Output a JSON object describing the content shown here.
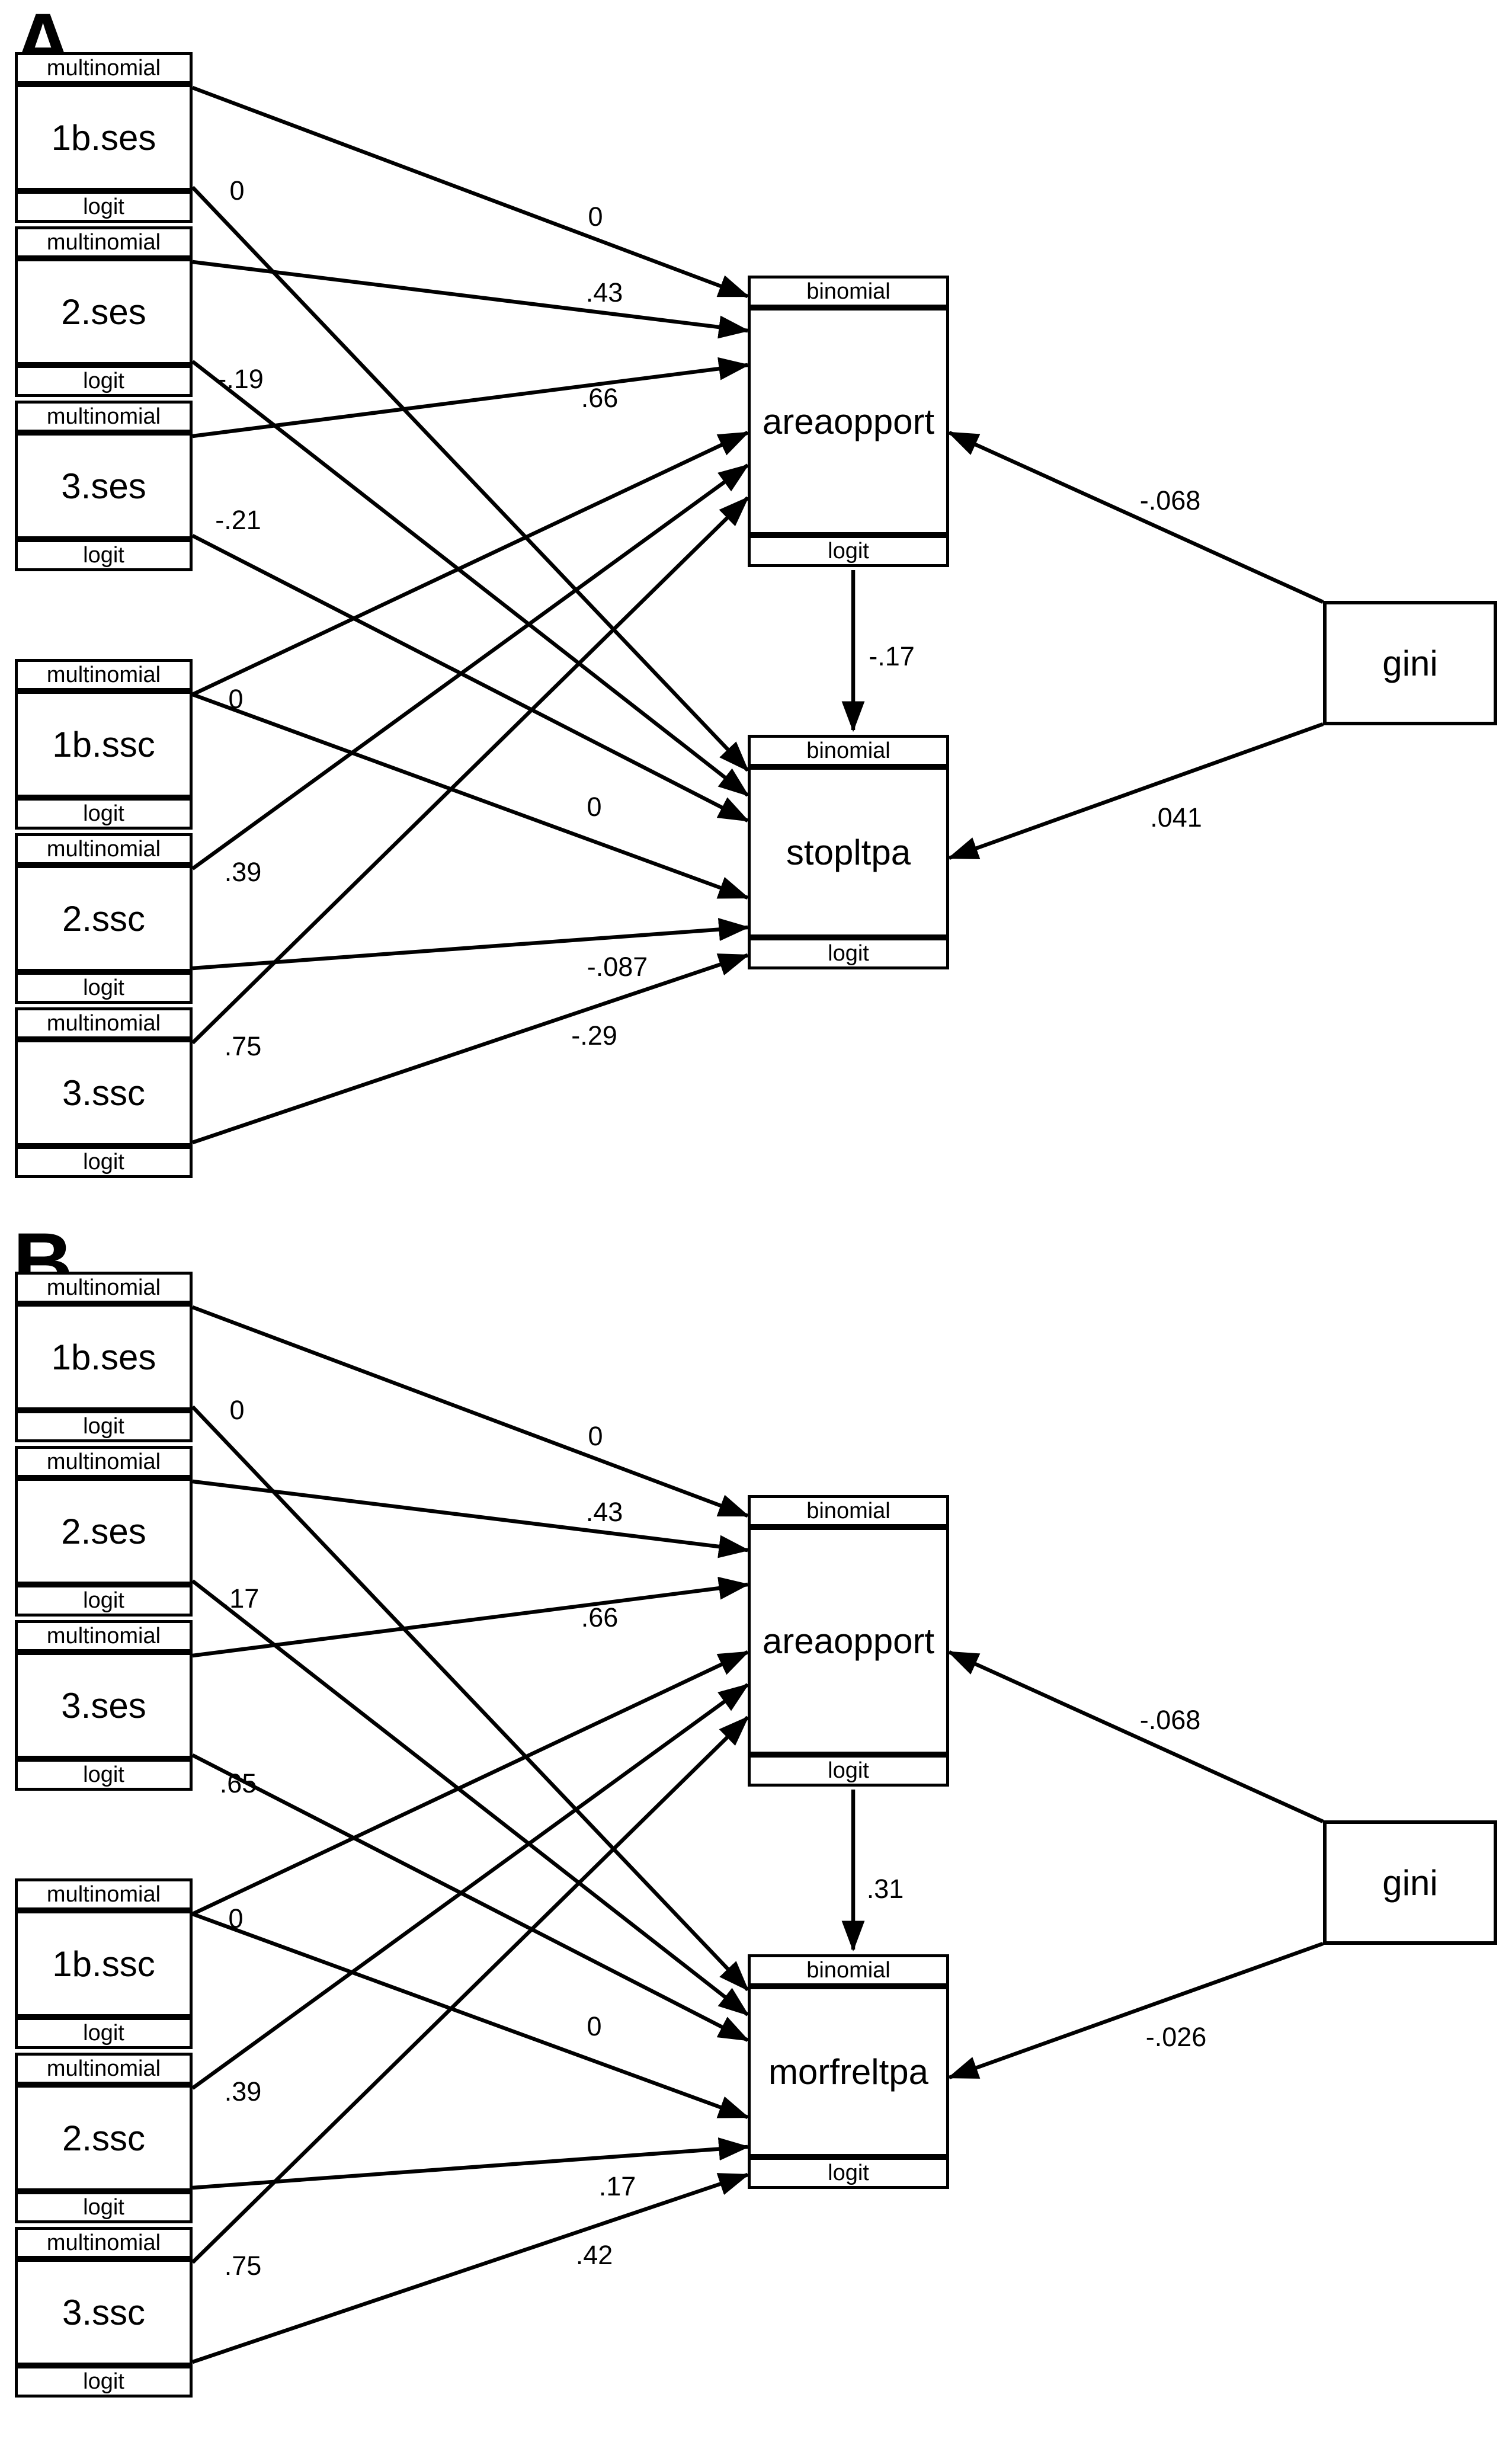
{
  "figure": {
    "background_color": "#ffffff",
    "ink_color": "#000000",
    "description": "Generalized SEM path diagrams, two panels"
  },
  "panels": [
    {
      "label": "A",
      "exposures": [
        {
          "dist": "multinomial",
          "name": "1b.ses",
          "link": "logit"
        },
        {
          "dist": "multinomial",
          "name": "2.ses",
          "link": "logit"
        },
        {
          "dist": "multinomial",
          "name": "3.ses",
          "link": "logit"
        },
        {
          "dist": "multinomial",
          "name": "1b.ssc",
          "link": "logit"
        },
        {
          "dist": "multinomial",
          "name": "2.ssc",
          "link": "logit"
        },
        {
          "dist": "multinomial",
          "name": "3.ssc",
          "link": "logit"
        }
      ],
      "upper_outcome": {
        "dist": "binomial",
        "name": "areaopport",
        "link": "logit"
      },
      "lower_outcome": {
        "dist": "binomial",
        "name": "stopltpa",
        "link": "logit"
      },
      "covariate": {
        "name": "gini"
      },
      "coef": {
        "left": [
          "0",
          "-.19",
          "-.21",
          "0",
          ".39",
          ".75"
        ],
        "to_upper": [
          "0",
          ".43",
          ".66"
        ],
        "to_lower": [
          "0",
          "-.087",
          "-.29"
        ],
        "upper_to_lower": "-.17",
        "gini_to_upper": "-.068",
        "gini_to_lower": ".041"
      }
    },
    {
      "label": "B",
      "exposures": [
        {
          "dist": "multinomial",
          "name": "1b.ses",
          "link": "logit"
        },
        {
          "dist": "multinomial",
          "name": "2.ses",
          "link": "logit"
        },
        {
          "dist": "multinomial",
          "name": "3.ses",
          "link": "logit"
        },
        {
          "dist": "multinomial",
          "name": "1b.ssc",
          "link": "logit"
        },
        {
          "dist": "multinomial",
          "name": "2.ssc",
          "link": "logit"
        },
        {
          "dist": "multinomial",
          "name": "3.ssc",
          "link": "logit"
        }
      ],
      "upper_outcome": {
        "dist": "binomial",
        "name": "areaopport",
        "link": "logit"
      },
      "lower_outcome": {
        "dist": "binomial",
        "name": "morfreltpa",
        "link": "logit"
      },
      "covariate": {
        "name": "gini"
      },
      "coef": {
        "left": [
          "0",
          ".17",
          ".65",
          "0",
          ".39",
          ".75"
        ],
        "to_upper": [
          "0",
          ".43",
          ".66"
        ],
        "to_lower": [
          "0",
          ".17",
          ".42"
        ],
        "upper_to_lower": ".31",
        "gini_to_upper": "-.068",
        "gini_to_lower": "-.026"
      }
    }
  ]
}
